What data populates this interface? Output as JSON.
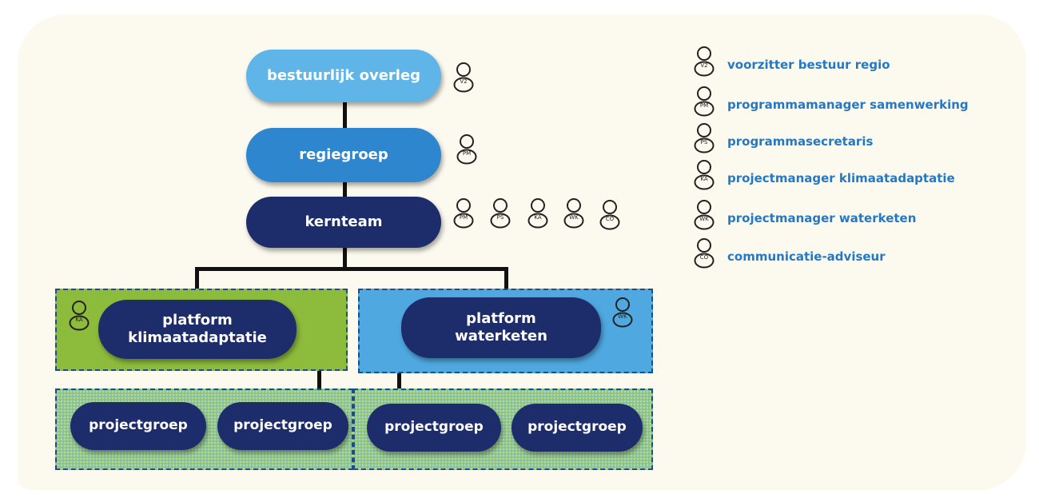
{
  "nodes": {
    "bestuurlijk": "bestuurlijk overleg",
    "regiegroep": "regiegroep",
    "kernteam": "kernteam",
    "platform_ka": "platform\nklimaatadaptatie",
    "platform_wk": "platform\nwaterketen",
    "projectgroep": "projectgroep"
  },
  "badges": {
    "v2": "V2",
    "pm": "PM",
    "ps": "PS",
    "ka": "KA",
    "wk": "WK",
    "co": "CO"
  },
  "legend": [
    {
      "code": "V2",
      "text": "voorzitter bestuur regio"
    },
    {
      "code": "PM",
      "text": "programmamanager samenwerking"
    },
    {
      "code": "PS",
      "text": "programmasecretaris"
    },
    {
      "code": "KA",
      "text": "projectmanager klimaatadaptatie"
    },
    {
      "code": "WK",
      "text": "projectmanager waterketen"
    },
    {
      "code": "CO",
      "text": "communicatie-adviseur"
    }
  ],
  "colors": {
    "light_pill": "#5fb4e8",
    "mid_pill": "#2e86cf",
    "dark_pill": "#1d2d6b",
    "green_group": "#8dbb3c",
    "blue_group": "#4fa8e0",
    "legend_text": "#2478c4"
  }
}
